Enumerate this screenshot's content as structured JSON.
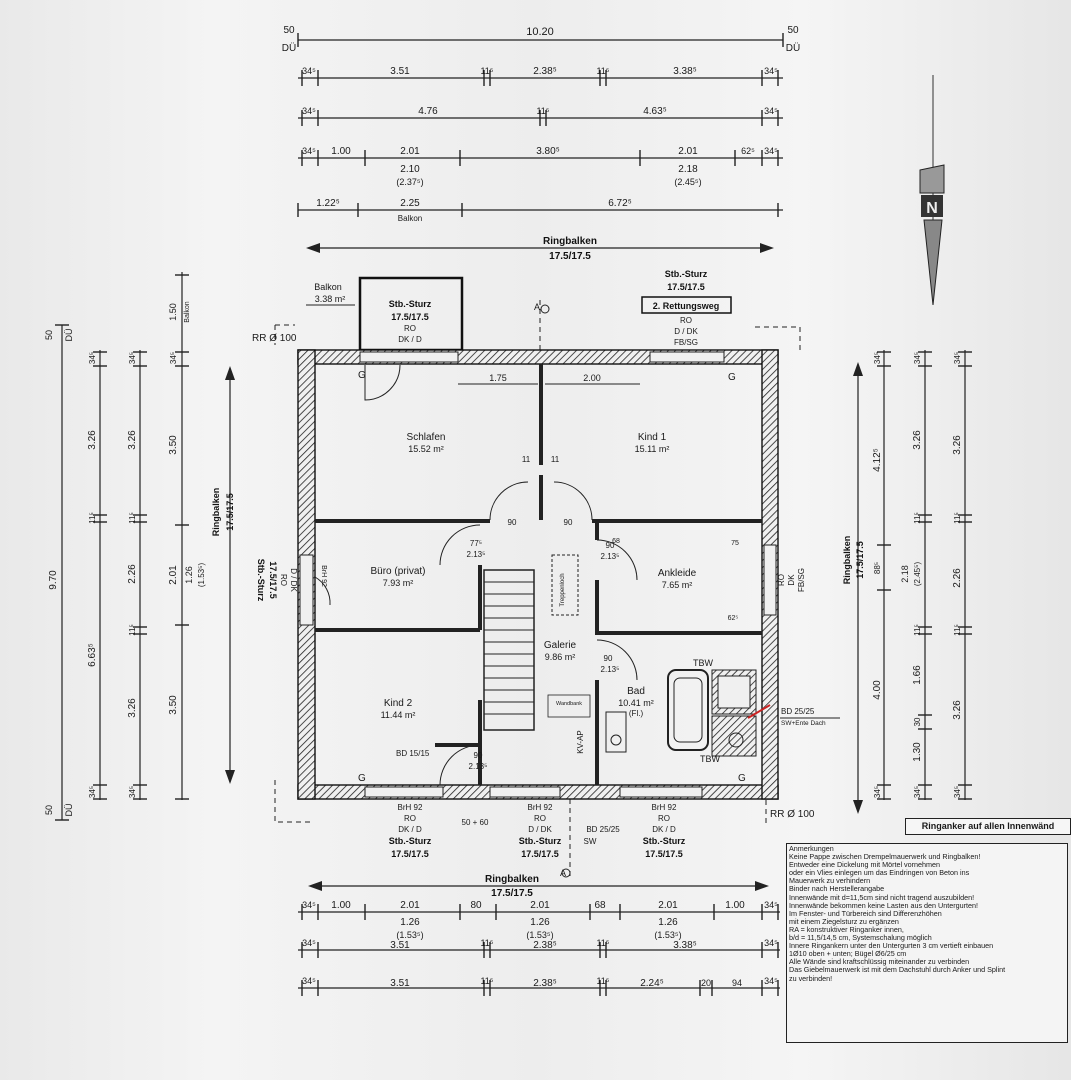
{
  "top_dims": {
    "overall": "10.20",
    "du_left_val": "50",
    "du_left": "DÜ",
    "du_right_val": "50",
    "du_right": "DÜ",
    "row1": [
      "34⁵",
      "3.51",
      "11⁵",
      "2.38⁵",
      "11⁵",
      "3.38⁵",
      "34⁵"
    ],
    "row2": [
      "34⁵",
      "4.76",
      "11⁵",
      "4.63⁵",
      "34⁵"
    ],
    "row3": [
      "34⁵",
      "1.00",
      "2.01",
      "3.80⁵",
      "2.01",
      "62⁵",
      "34⁵"
    ],
    "row3_sub": [
      "2.10",
      "(2.37⁵)",
      "2.18",
      "(2.45⁵)"
    ],
    "row4": [
      "1.22⁵",
      "2.25",
      "6.72⁵"
    ],
    "row4_sub": "Balkon"
  },
  "ringbalken_top": {
    "label": "Ringbalken",
    "size": "17.5/17.5"
  },
  "balkon": {
    "label": "Balkon",
    "area": "3.38 m²"
  },
  "sturz_balkon": {
    "title": "Stb.-Sturz",
    "size": "17.5/17.5",
    "ro": "RO",
    "dk": "DK   /   D"
  },
  "sturz_right": {
    "title": "Stb.-Sturz",
    "size": "17.5/17.5",
    "escape": "2. Rettungsweg",
    "ro": "RO",
    "dk": "D   /   DK",
    "fb": "FB/SG"
  },
  "rr_top": "RR Ø 100",
  "rr_bottom": "RR Ø 100",
  "section_a": "A",
  "rooms": {
    "schlafen": {
      "name": "Schlafen",
      "area": "15.52 m²"
    },
    "kind1": {
      "name": "Kind 1",
      "area": "15.11 m²"
    },
    "buero": {
      "name": "Büro (privat)",
      "area": "7.93 m²"
    },
    "ankleide": {
      "name": "Ankleide",
      "area": "7.65 m²"
    },
    "kind2": {
      "name": "Kind 2",
      "area": "11.44 m²"
    },
    "galerie": {
      "name": "Galerie",
      "area": "9.86 m²"
    },
    "bad": {
      "name": "Bad",
      "area": "10.41 m²",
      "note": "(Fl.)"
    }
  },
  "inner": {
    "d175": "1.75",
    "d200": "2.00",
    "door1": "90",
    "door1b": "2.13⁵",
    "door2": "77⁵",
    "door2b": "2.13⁵",
    "door3": "90",
    "door3b": "2.13⁵",
    "door4": "90",
    "door4b": "2.13⁵",
    "door5": "90",
    "door5b": "2.13⁵",
    "door6": "90",
    "door6b": "2.13⁵",
    "v11a": "11",
    "v11b": "11",
    "v68": "68",
    "v75": "75",
    "v625": "62⁵",
    "tbw1": "TBW",
    "tbw2": "TBW",
    "bd1515": "BD 15/15",
    "bd2525": "BD 25/25",
    "sw_ente": "SW+Ente Dach",
    "kvap": "KV-AP",
    "stair_note": "Treppenloch",
    "note_small": "Wandbank",
    "g": "G",
    "sw": "SW"
  },
  "bottom_sturz": {
    "left": {
      "brh": "BrH 92",
      "ro": "RO",
      "dk": "DK   /   D",
      "title": "Stb.-Sturz",
      "size": "17.5/17.5"
    },
    "mid": {
      "brh": "BrH 92",
      "ro": "RO",
      "dk": "D   /   DK",
      "title": "Stb.-Sturz",
      "size": "17.5/17.5"
    },
    "right": {
      "brh": "BrH 92",
      "ro": "RO",
      "dk": "DK   /   D",
      "title": "Stb.-Sturz",
      "size": "17.5/17.5"
    },
    "mid_window": "50 + 60",
    "bd": "BD 25/25",
    "sw": "SW"
  },
  "left_sturz": {
    "title": "Stb.-Sturz",
    "size": "17.5/17.5",
    "ro": "RO",
    "dk": "D  /  DK",
    "brh": "BrH 92"
  },
  "right_sturz": {
    "ro": "RO",
    "dk": "DK",
    "fb": "FB/SG"
  },
  "ringbalken_bottom": {
    "label": "Ringbalken",
    "size": "17.5/17.5"
  },
  "ringbalken_left": {
    "label": "Ringbalken",
    "size": "17.5/17.5"
  },
  "ringbalken_right": {
    "label": "Ringbalken",
    "size": "17.5/17.5"
  },
  "left_dims": {
    "overall": "9.70",
    "du_top": "50",
    "du_top_u": "DÜ",
    "du_bot": "50",
    "du_bot_u": "DÜ",
    "col_a": [
      "34⁵",
      "3.26",
      "11⁵",
      "6.63⁵",
      "34⁵"
    ],
    "col_b": [
      "34⁵",
      "3.26",
      "11⁵",
      "2.26",
      "11⁵",
      "3.26",
      "34⁵"
    ],
    "col_c": [
      "34⁵",
      "3.50",
      "2.01",
      "3.50"
    ],
    "col_c_sub": [
      "1.26",
      "(1.53⁵)"
    ],
    "col_d": [
      "1.50",
      "Balkon"
    ]
  },
  "right_dims": {
    "col_a": [
      "34⁵",
      "4.12⁵",
      "88⁵",
      "4.00",
      "34⁵"
    ],
    "col_b": [
      "34⁵",
      "3.26",
      "11⁵",
      "2.18",
      "(2.45⁵)",
      "11⁵",
      "1.66",
      "30",
      "1.30",
      "34⁵"
    ],
    "col_c": [
      "34⁵",
      "3.26",
      "11⁵",
      "2.26",
      "11⁵",
      "3.26",
      "34⁵"
    ]
  },
  "bottom_dims": {
    "row1": [
      "34⁵",
      "1.00",
      "2.01",
      "80",
      "2.01",
      "68",
      "2.01",
      "1.00",
      "34⁵"
    ],
    "row1_sub": [
      "1.26",
      "(1.53⁵)",
      "1.26",
      "(1.53⁵)",
      "1.26",
      "(1.53⁵)"
    ],
    "row2": [
      "34⁵",
      "3.51",
      "11⁵",
      "2.38⁵",
      "11⁵",
      "3.38⁵",
      "34⁵"
    ],
    "row3": [
      "34⁵",
      "3.51",
      "11⁵",
      "2.38⁵",
      "11⁵",
      "2.24⁵",
      "20",
      "94",
      "34⁵"
    ]
  },
  "north": "N",
  "ringanker_note": "Ringanker auf allen Innenwänd",
  "notes": [
    "Anmerkungen",
    "Keine Pappe zwischen Drempelmauerwerk und Ringbalken!",
    "Entweder eine Dickelung mit Mörtel vornehmen",
    "oder ein Vlies einlegen um das Eindringen von Beton ins",
    "Mauerwerk zu verhindern",
    "Binder nach Herstellerangabe",
    "Innenwände mit d=11,5cm sind nicht tragend auszubilden!",
    "Innenwände bekommen keine Lasten aus den Untergurten!",
    "Im Fenster- und Türbereich sind Differenzhöhen",
    "mit einem Ziegelsturz zu ergänzen",
    "RA = konstruktiver Ringanker innen,",
    "b/d = 11,5/14,5 cm, Systemschalung möglich",
    "Innere Ringankern unter den Untergurten 3 cm vertieft einbauen",
    "1Ø10 oben + unten; Bügel Ø6/25 cm",
    "Alle Wände sind kraftschlüssig miteinander zu verbinden",
    "Das Giebelmauerwerk ist mit dem Dachstuhl durch Anker und Splint",
    "zu verbinden!"
  ]
}
